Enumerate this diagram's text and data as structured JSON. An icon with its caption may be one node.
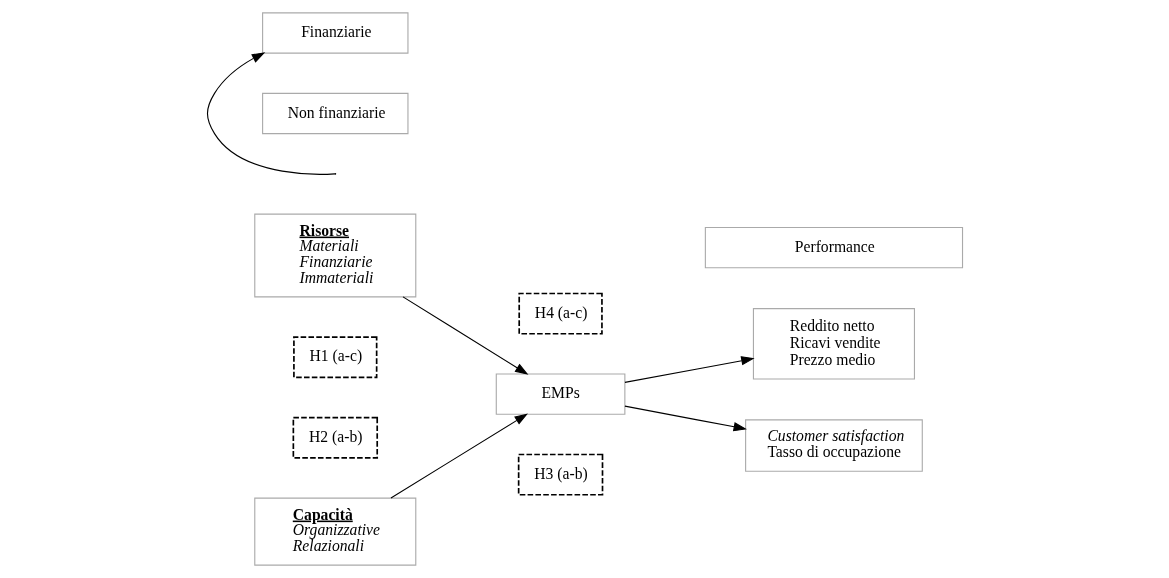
{
  "diagram": {
    "nodes": [
      {
        "text": [
          "Risorse",
          "Materiali",
          "Finanziarie",
          "Immateriali"
        ]
      },
      {
        "text": [
          "Performance"
        ]
      },
      {
        "text": [
          "Reddito netto",
          "Ricavi vendite",
          "Prezzo medio"
        ]
      },
      {
        "text": [
          "Finanziarie"
        ]
      },
      {
        "text": [
          "H1 (a-c)"
        ]
      },
      {
        "text": [
          "H4 (a-c)"
        ]
      },
      {
        "text": [
          "EMPs"
        ]
      },
      {
        "text": [
          "H2 (a-b)"
        ]
      },
      {
        "text": [
          "H3 (a-b)"
        ]
      },
      {
        "text": [
          "Capacità",
          "Organizzative",
          "Relazionali"
        ]
      },
      {
        "text": [
          "Customer satisfaction",
          "Tasso di occupazione"
        ]
      },
      {
        "text": [
          "Non finanziarie"
        ]
      }
    ],
    "edges": [
      {
        "from": 0,
        "to": 6,
        "arrow": "to"
      },
      {
        "from": 9,
        "to": 6,
        "arrow": "to"
      },
      {
        "from": 6,
        "to": 2,
        "arrow": "to"
      },
      {
        "from": 6,
        "to": 10,
        "arrow": "to"
      },
      {
        "from": null,
        "to": 3,
        "arrow": "to"
      }
    ]
  }
}
